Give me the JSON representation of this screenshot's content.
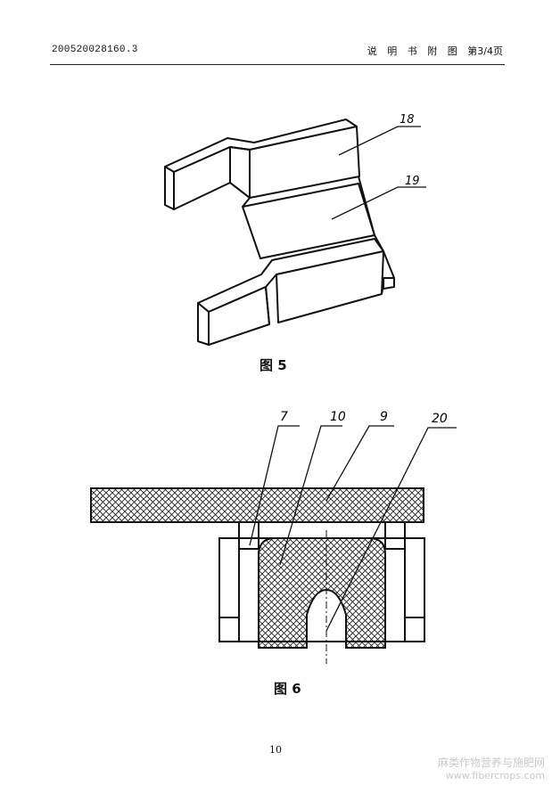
{
  "header": {
    "doc_number": "200520028160.3",
    "section": "说 明 书 附 图",
    "page_of": "第3/4页"
  },
  "figure5": {
    "caption": "图 5",
    "labels": [
      "18",
      "19"
    ]
  },
  "figure6": {
    "caption": "图 6",
    "labels": [
      "7",
      "10",
      "9",
      "20"
    ]
  },
  "footer": {
    "page_number": "10"
  },
  "watermark": {
    "line1": "麻类作物营养与施肥网",
    "line2": "www.fibercrops.com"
  }
}
